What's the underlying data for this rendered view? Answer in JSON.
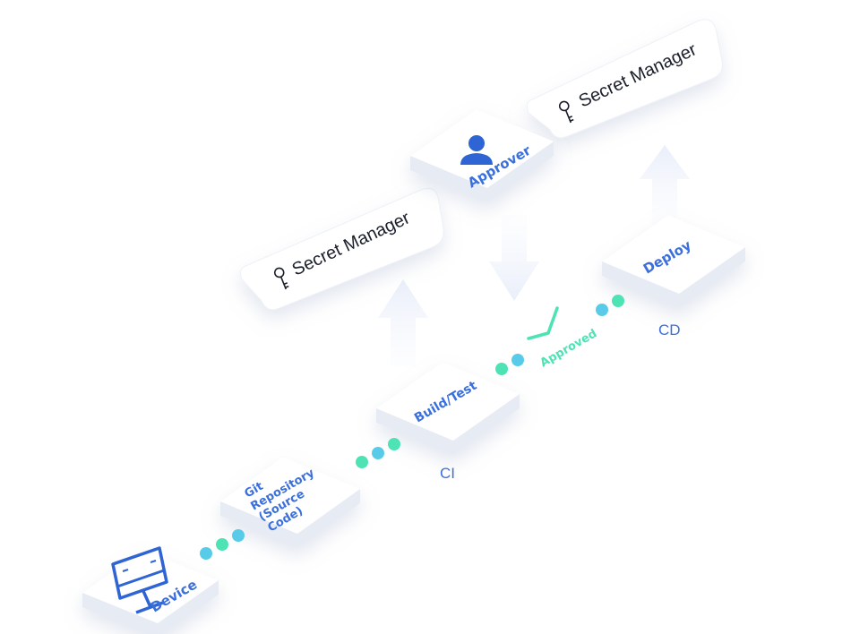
{
  "nodes": {
    "device": "Device",
    "git_repo": [
      "Git",
      "Repository",
      "(Source",
      "Code)"
    ],
    "build_test": "Build/Test",
    "deploy": "Deploy",
    "approver": "Approver",
    "secret_manager_ci": "Secret Manager",
    "secret_manager_cd": "Secret Manager"
  },
  "stages": {
    "ci": "CI",
    "cd": "CD"
  },
  "approved_label": "Approved",
  "colors": {
    "node_text": "#3a6fdc",
    "icon": "#2f64d4",
    "connector_dot": "#4ee3b4",
    "connector_dot_alt": "#58cbe8",
    "approved": "#4ee3b4",
    "arrow": "#eef2fb"
  },
  "icons": [
    "monitor-icon",
    "user-icon",
    "key-icon",
    "check-icon"
  ]
}
